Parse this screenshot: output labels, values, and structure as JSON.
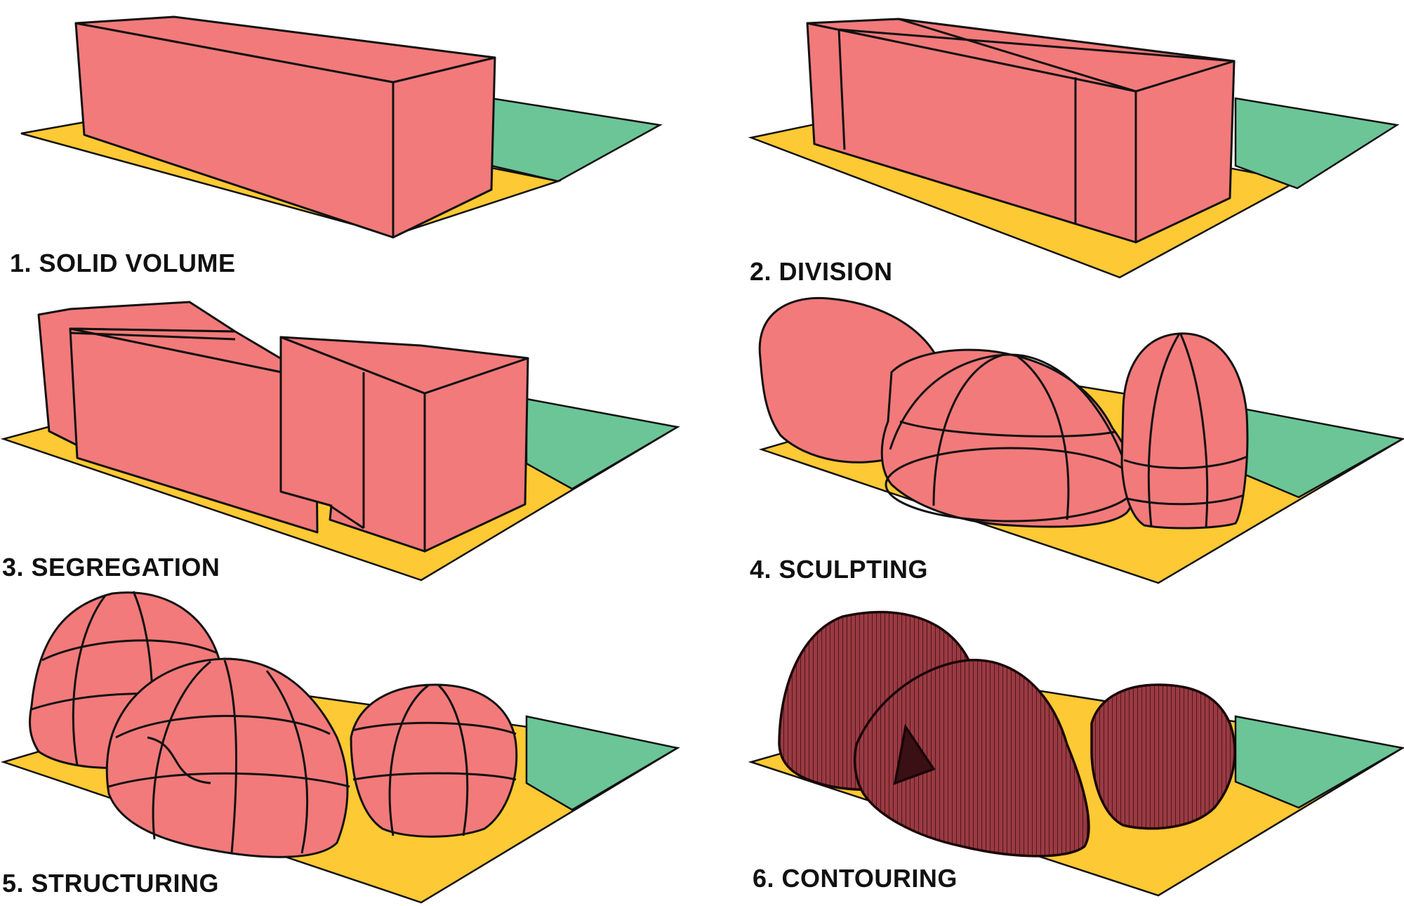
{
  "colors": {
    "volume": "#f27a7a",
    "contour": "#7a2a30",
    "outline": "#111111",
    "ground_primary": "#fdc934",
    "ground_secondary": "#6cc596",
    "background": "#ffffff"
  },
  "panels": [
    {
      "id": "1",
      "label": "1. SOLID VOLUME"
    },
    {
      "id": "2",
      "label": "2. DIVISION"
    },
    {
      "id": "3",
      "label": "3. SEGREGATION"
    },
    {
      "id": "4",
      "label": "4. SCULPTING"
    },
    {
      "id": "5",
      "label": "5. STRUCTURING"
    },
    {
      "id": "6",
      "label": "6. CONTOURING"
    }
  ]
}
